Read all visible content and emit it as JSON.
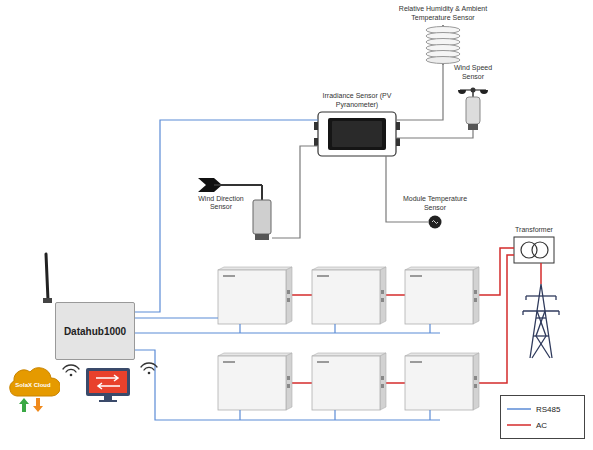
{
  "diagram": {
    "nodes": [
      {
        "text": [
          "Relative Humidity & Ambient Temperature Sensor"
        ]
      },
      {
        "text": [
          "Wind Speed Sensor"
        ]
      },
      {
        "text": [
          "Irradiance Sensor (PV Pyranometer)"
        ]
      },
      {
        "text": [
          "Wind Direction Sensor"
        ]
      },
      {
        "text": [
          "Module Temperature Sensor"
        ]
      },
      {
        "text": [
          "Transformer"
        ]
      },
      {
        "text": [
          "Datahub1000"
        ]
      },
      {
        "text": [
          "SolaX Cloud"
        ]
      }
    ],
    "edges": [
      {
        "from": 0,
        "to": 2,
        "arrow": "none"
      },
      {
        "from": 1,
        "to": 2,
        "arrow": "none"
      },
      {
        "from": 3,
        "to": 2,
        "arrow": "none"
      },
      {
        "from": 4,
        "to": 2,
        "arrow": "none"
      },
      {
        "from": 2,
        "to": 6,
        "arrow": "none"
      }
    ],
    "legend": [
      {
        "text": "RS485"
      },
      {
        "text": "AC"
      }
    ]
  }
}
